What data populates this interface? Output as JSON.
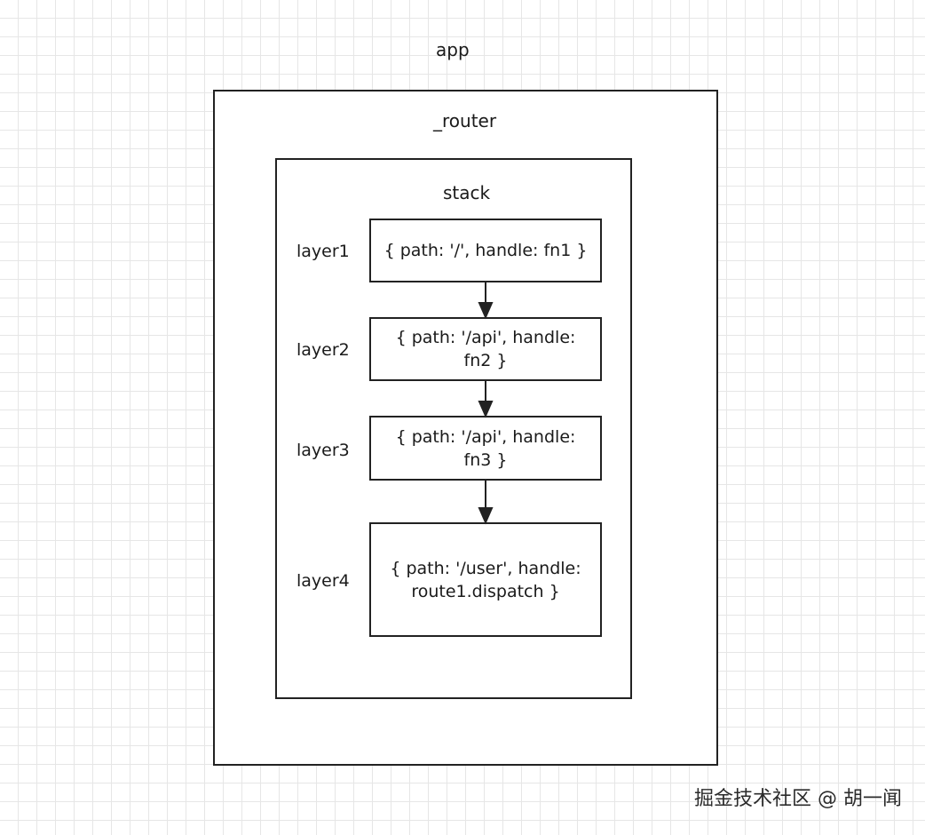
{
  "app": {
    "label": "app"
  },
  "router": {
    "label": "_router"
  },
  "stack": {
    "label": "stack",
    "layers": [
      {
        "name": "layer1",
        "content": "{ path: '/', handle: fn1 }"
      },
      {
        "name": "layer2",
        "content": "{ path: '/api', handle: fn2 }"
      },
      {
        "name": "layer3",
        "content": "{ path: '/api', handle: fn3 }"
      },
      {
        "name": "layer4",
        "content": "{ path: '/user', handle: route1.dispatch }"
      }
    ]
  },
  "watermark": "掘金技术社区 @ 胡一闻",
  "colors": {
    "stroke": "#222222",
    "grid": "#e6e6e6",
    "background": "#ffffff"
  }
}
